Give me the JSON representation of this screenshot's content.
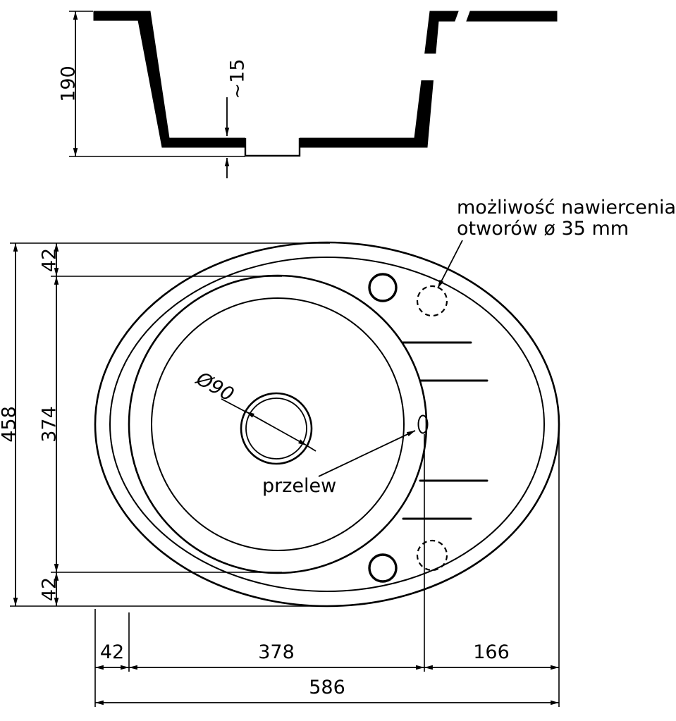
{
  "colors": {
    "line": "#000000",
    "background": "#ffffff"
  },
  "section": {
    "height": "190",
    "drain_depth": "~15"
  },
  "plan": {
    "total_height": "458",
    "margin_top": "42",
    "bowl_height": "374",
    "margin_bottom": "42",
    "offset_left": "42",
    "bowl_width": "378",
    "drainer_width": "166",
    "total_width": "586",
    "drain_diameter": "Ø90",
    "overflow": "przelew",
    "note_line1": "możliwość nawiercenia",
    "note_line2": "otworów ø 35 mm"
  }
}
